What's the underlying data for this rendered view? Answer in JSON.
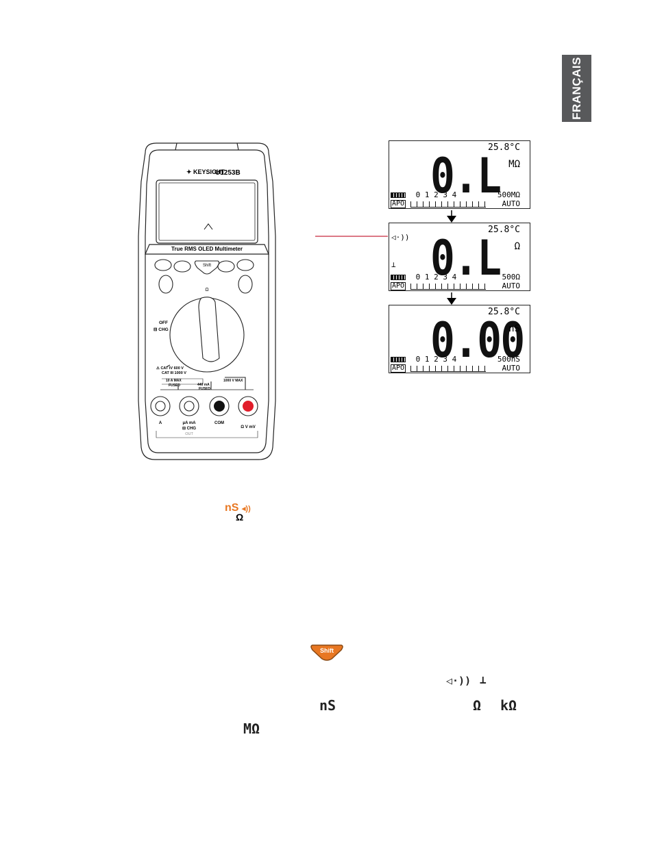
{
  "tab_label": "FRANÇAIS",
  "meter": {
    "brand": "KEYSIGHT",
    "model": "U1253B",
    "subtitle": "True RMS OLED Multimeter",
    "shift_label": "Shift",
    "dial_top": "Ω",
    "off_label": "OFF",
    "chg_label": "CHG",
    "cat_line1": "CAT IV 600 V",
    "cat_line2": "CAT III 1000 V",
    "fused10": "10 A MAX",
    "fused10b": "FUSED",
    "fused440": "440 mA",
    "fused440b": "FUSED",
    "v1000": "1000 V MAX",
    "jack_a": "A",
    "jack_ua": "μA mA",
    "jack_chg": "CHG",
    "jack_out": "OUT",
    "jack_com": "COM",
    "jack_v": "Ω V mV"
  },
  "displays": [
    {
      "temp": "25.8°C",
      "value": "0.L",
      "unit": "MΩ",
      "ticks": "0  1  2  3  4",
      "range": "500MΩ",
      "apo": "APO",
      "auto": "AUTO",
      "side_icon": "",
      "side_icon2": ""
    },
    {
      "temp": "25.8°C",
      "value": "0.L",
      "unit": "Ω",
      "ticks": "0  1  2  3  4",
      "range": "500Ω",
      "apo": "APO",
      "auto": "AUTO",
      "side_icon": "◁·))",
      "side_icon2": "⊥"
    },
    {
      "temp": "25.8°C",
      "value": "0.00",
      "unit": "nS",
      "ticks": "0  1  2  3  4",
      "range": "500nS",
      "apo": "APO",
      "auto": "AUTO",
      "side_icon": "",
      "side_icon2": ""
    }
  ],
  "function_icon": {
    "top": "nS",
    "bottom": "Ω"
  },
  "shift_button": "Shift",
  "glyphs": {
    "beep": "◁·))",
    "diode": "⊥",
    "ns": "nS",
    "ohm": "Ω",
    "kohm": "kΩ",
    "mohm": "MΩ"
  },
  "colors": {
    "tab_bg": "#58595b",
    "leader_line": "#c8283c",
    "orange": "#e87722",
    "red_jack": "#e11d2a"
  }
}
